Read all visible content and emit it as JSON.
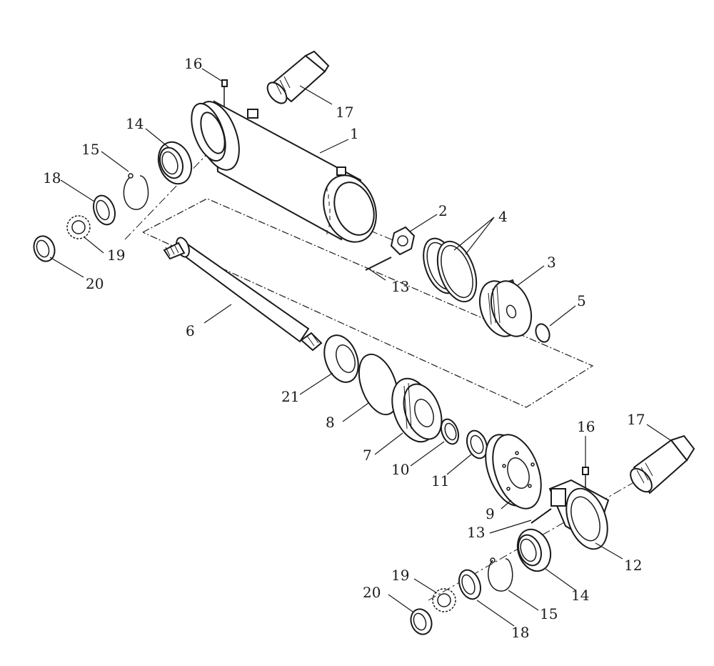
{
  "callouts": [
    {
      "id": "p16a",
      "label": "16"
    },
    {
      "id": "p17a",
      "label": "17"
    },
    {
      "id": "p1",
      "label": "1"
    },
    {
      "id": "p14a",
      "label": "14"
    },
    {
      "id": "p15a",
      "label": "15"
    },
    {
      "id": "p18a",
      "label": "18"
    },
    {
      "id": "p19a",
      "label": "19"
    },
    {
      "id": "p20a",
      "label": "20"
    },
    {
      "id": "p2",
      "label": "2"
    },
    {
      "id": "p4",
      "label": "4"
    },
    {
      "id": "p3",
      "label": "3"
    },
    {
      "id": "p13a",
      "label": "13"
    },
    {
      "id": "p5",
      "label": "5"
    },
    {
      "id": "p6",
      "label": "6"
    },
    {
      "id": "p21",
      "label": "21"
    },
    {
      "id": "p8",
      "label": "8"
    },
    {
      "id": "p7",
      "label": "7"
    },
    {
      "id": "p10",
      "label": "10"
    },
    {
      "id": "p11",
      "label": "11"
    },
    {
      "id": "p9",
      "label": "9"
    },
    {
      "id": "p16b",
      "label": "16"
    },
    {
      "id": "p17b",
      "label": "17"
    },
    {
      "id": "p13b",
      "label": "13"
    },
    {
      "id": "p12",
      "label": "12"
    },
    {
      "id": "p14b",
      "label": "14"
    },
    {
      "id": "p15b",
      "label": "15"
    },
    {
      "id": "p18b",
      "label": "18"
    },
    {
      "id": "p19b",
      "label": "19"
    },
    {
      "id": "p20b",
      "label": "20"
    }
  ]
}
